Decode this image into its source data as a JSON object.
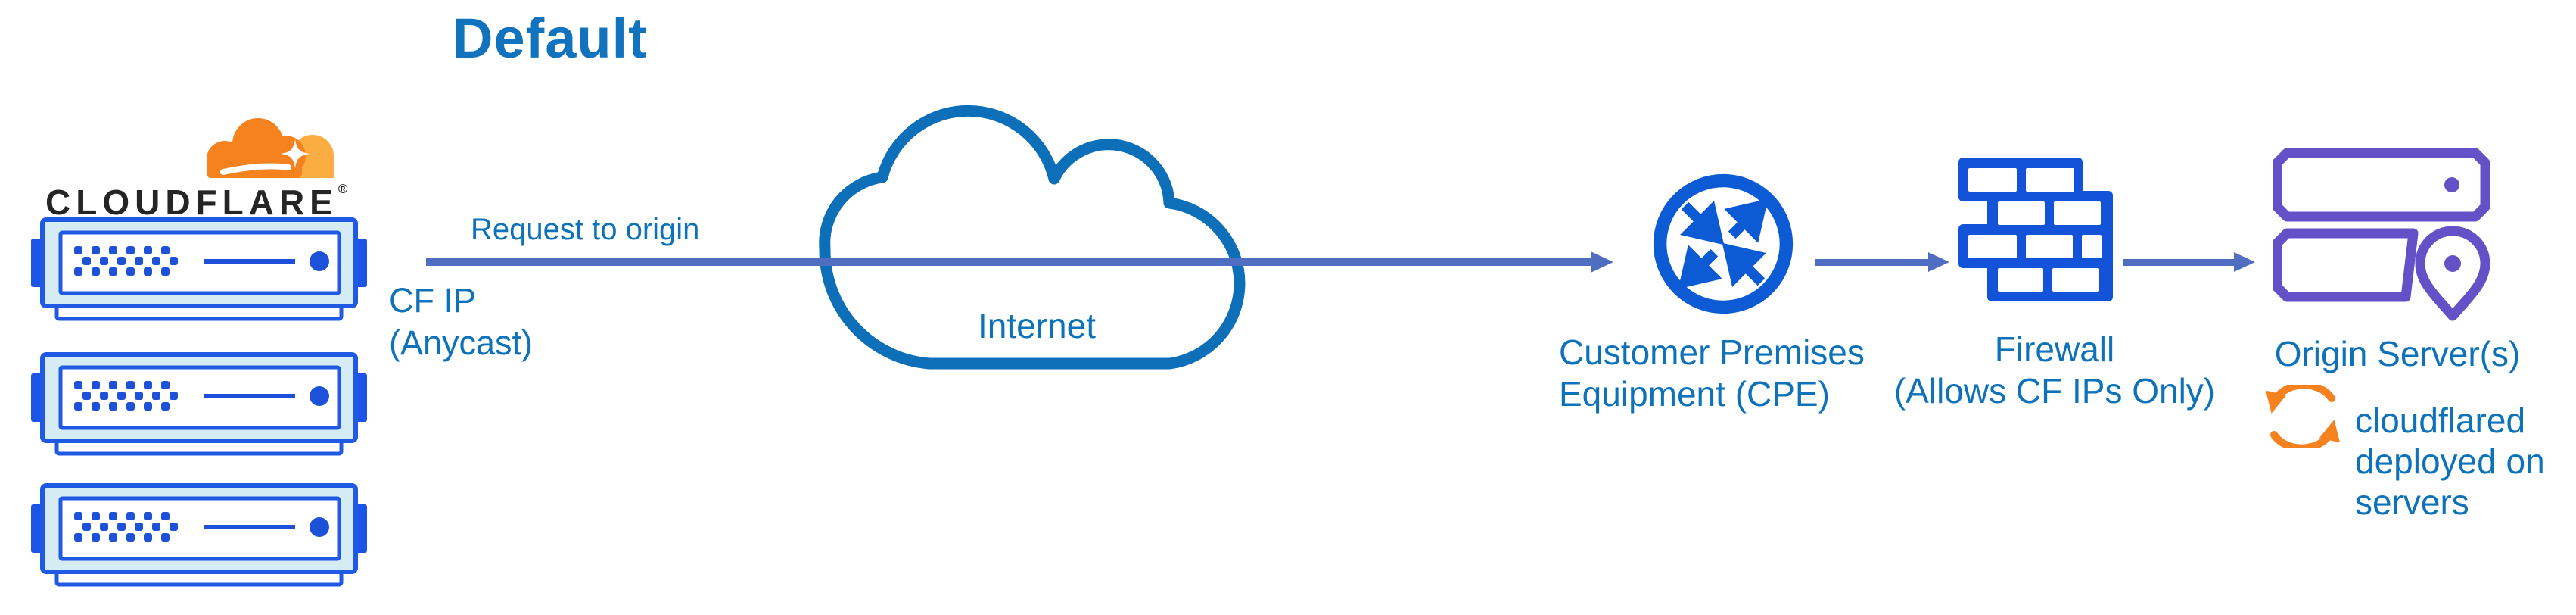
{
  "title": "Default",
  "colors": {
    "title_blue": "#1173bd",
    "label_blue": "#0e72ba",
    "arrow_slate_blue": "#4f6ec2",
    "internet_cloud_stroke": "#0d6fb8",
    "cpe_icon_blue": "#0d5bd4",
    "firewall_icon_blue": "#1253d9",
    "server_border_blue": "#2059e3",
    "server_body_fill": "#d5ecf4",
    "server_dot_blue": "#1d52d8",
    "origin_icon_purple": "#6451c8",
    "cloudflare_orange": "#f6821f",
    "cloudflare_orange_light": "#fbad41",
    "wordmark_black": "#252525"
  },
  "cloudflare": {
    "wordmark": "CLOUDFLARE",
    "registered": "®",
    "logo_icon": "cloudflare-cloud",
    "server_icon": "edge-server-rack",
    "server_count": 3
  },
  "edge": {
    "request_label": "Request to origin",
    "cf_ip_line1": "CF IP",
    "cf_ip_line2": "(Anycast)"
  },
  "internet": {
    "label": "Internet",
    "icon": "cloud-outline"
  },
  "cpe": {
    "label_line1": "Customer Premises",
    "label_line2": "Equipment (CPE)",
    "icon": "router-crossed-arrows"
  },
  "firewall": {
    "label_line1": "Firewall",
    "label_line2": "(Allows CF IPs Only)",
    "icon": "brick-wall"
  },
  "origin": {
    "label": "Origin Server(s)",
    "icon": "server-stack-with-location-pin",
    "note_icon": "sync-arrows",
    "note_line1": "cloudflared",
    "note_line2": "deployed on",
    "note_line3": "servers"
  }
}
